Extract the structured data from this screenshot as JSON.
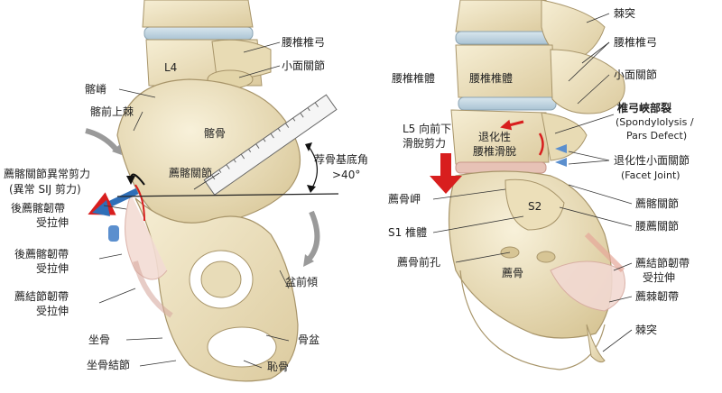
{
  "left_panel": {
    "labels": {
      "lumbar_arch": "腰椎椎弓",
      "facet_joint": "小面關節",
      "l4": "L4",
      "iliac_crest": "髂嵴",
      "asis": "髂前上棘",
      "ilium": "髂骨",
      "sij_shear_1": "薦髂關節異常剪力",
      "sij_shear_2": "(異常 SIJ 剪力)",
      "sacroiliac_joint": "薦髂關節",
      "angle_1": "荐骨基底角",
      "angle_2": ">40°",
      "post_si_lig_1": "後薦髂韌帶",
      "post_si_lig_2": "受拉伸",
      "post_si_lig_b1": "後薦髂韌帶",
      "post_si_lig_b2": "受拉伸",
      "st_lig_1": "薦結節韌帶",
      "st_lig_2": "受拉伸",
      "pelvic_tilt": "盆前傾",
      "ischium": "坐骨",
      "pelvis": "骨盆",
      "ischial_tuberosity": "坐骨結節",
      "pubis": "恥骨"
    }
  },
  "right_panel": {
    "labels": {
      "spinous": "棘突",
      "lumbar_arch": "腰椎椎弓",
      "facet_joint": "小面關節",
      "lumbar_body_left": "腰椎椎體",
      "lumbar_body_inner": "腰椎椎體",
      "spondylolysis_1": "椎弓峽部裂",
      "spondylolysis_2": "(Spondylolysis /",
      "spondylolysis_3": "Pars Defect)",
      "shear_1": "L5 向前下",
      "shear_2": "滑脫剪力",
      "degen_1": "退化性",
      "degen_2": "腰椎滑脫",
      "degen_facet_1": "退化性小面關節",
      "degen_facet_2": "(Facet Joint)",
      "s2": "S2",
      "promontory": "薦骨岬",
      "sacroiliac": "薦髂關節",
      "lumbosacral": "腰薦關節",
      "s1_body": "S1 椎體",
      "sacral_foramen": "薦骨前孔",
      "sacrum": "薦骨",
      "st_lig_1": "薦結節韌帶",
      "st_lig_2": "受拉伸",
      "ss_lig": "薦棘韌帶",
      "spine_bottom": "棘突"
    }
  },
  "colors": {
    "bone": "#efe4c4",
    "bone_shade": "#d9c99c",
    "bone_outline": "#a8956a",
    "disc": "#c9dbe6",
    "ligament": "#f2d9d2",
    "red_arrow": "#d81e1e",
    "blue_arrow": "#2f6fb8",
    "gray_arrow": "#9a9a9a",
    "text": "#222222"
  }
}
